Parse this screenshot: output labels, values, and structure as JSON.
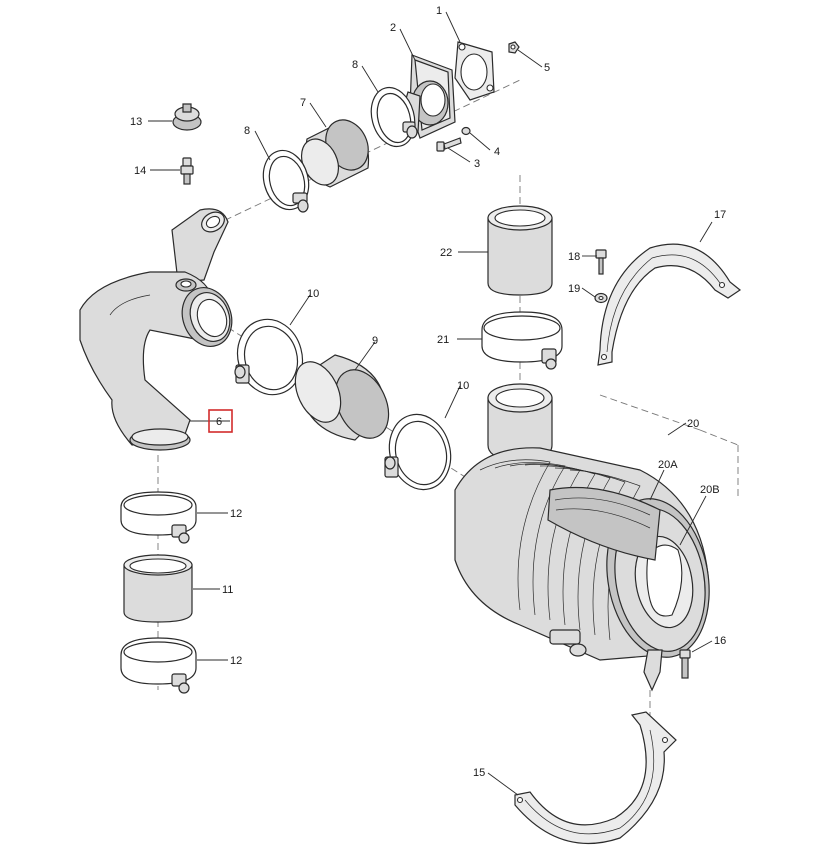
{
  "callouts": {
    "c1": "1",
    "c2": "2",
    "c3": "3",
    "c4": "4",
    "c5": "5",
    "c6": "6",
    "c7": "7",
    "c8a": "8",
    "c8b": "8",
    "c9": "9",
    "c10a": "10",
    "c10b": "10",
    "c11": "11",
    "c12a": "12",
    "c12b": "12",
    "c13": "13",
    "c14": "14",
    "c15": "15",
    "c16": "16",
    "c17": "17",
    "c18": "18",
    "c19": "19",
    "c20": "20",
    "c20a": "20A",
    "c20b": "20B",
    "c21": "21",
    "c22": "22"
  },
  "highlighted_callout": "6",
  "colors": {
    "highlight": "#d22c2c",
    "line": "#2b2b2b",
    "fill": "#dcdcdc"
  }
}
